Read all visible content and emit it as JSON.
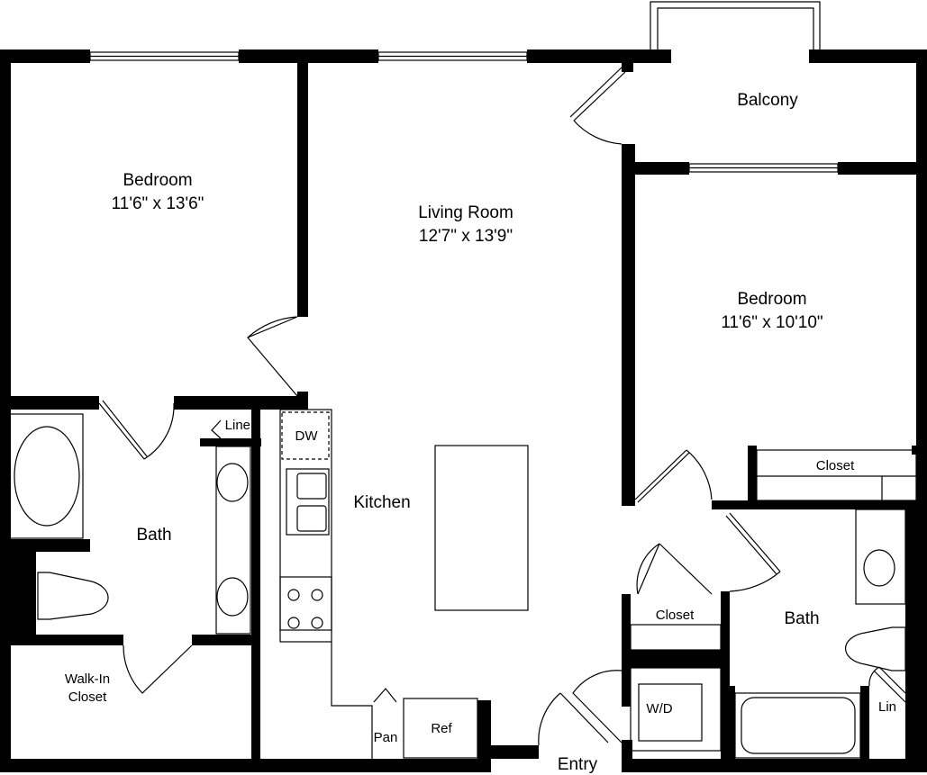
{
  "rooms": {
    "balcony": {
      "name": "Balcony"
    },
    "living_room": {
      "name": "Living Room",
      "size": "12'7\" x 13'9\""
    },
    "bedroom_1": {
      "name": "Bedroom",
      "size": "11'6\" x 13'6\""
    },
    "bedroom_2": {
      "name": "Bedroom",
      "size": "11'6\" x 10'10\""
    },
    "bedroom_2_closet": {
      "name": "Closet"
    },
    "linen": {
      "name": "Linen"
    },
    "kitchen": {
      "name": "Kitchen"
    },
    "bath_1": {
      "name": "Bath"
    },
    "bath_2": {
      "name": "Bath"
    },
    "walk_in_closet": {
      "line1": "Walk-In",
      "line2": "Closet"
    },
    "hall_closet": {
      "name": "Closet"
    },
    "entry": {
      "name": "Entry"
    },
    "lin": {
      "name": "Lin"
    }
  },
  "fixtures": {
    "dishwasher": "DW",
    "pantry": "Pan",
    "refrigerator": "Ref",
    "washer_dryer": "W/D"
  },
  "colors": {
    "walls": "#000000",
    "background": "#ffffff"
  }
}
